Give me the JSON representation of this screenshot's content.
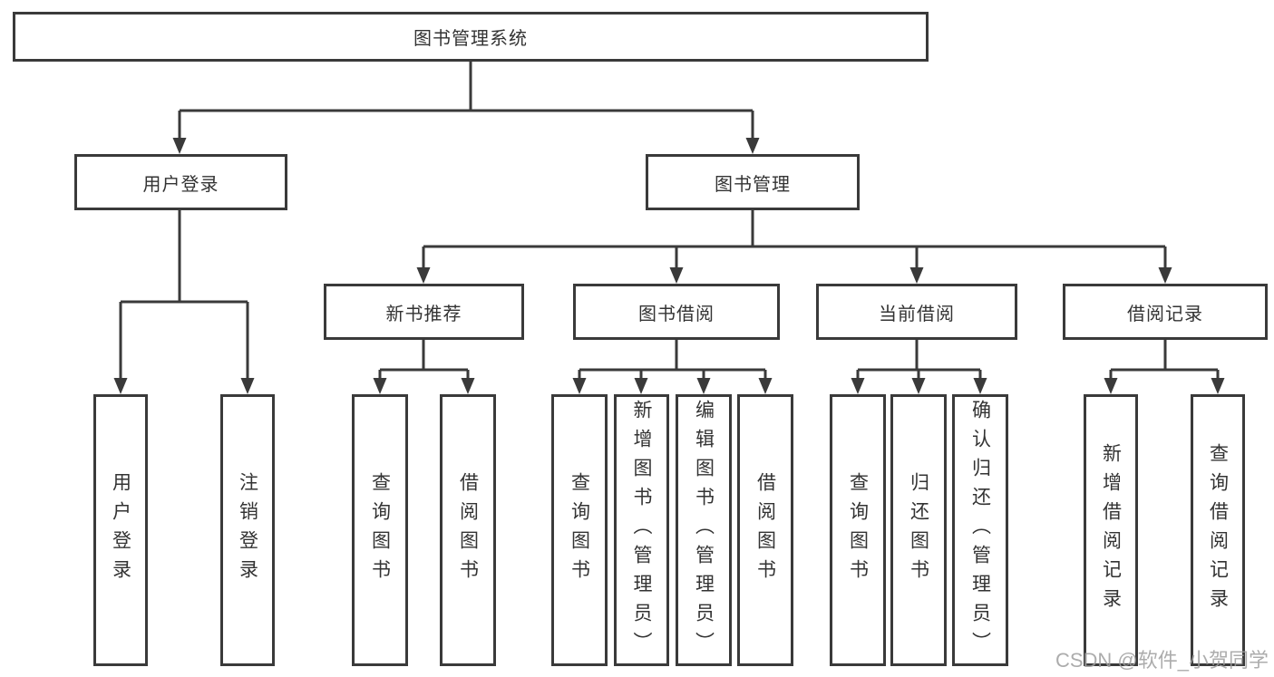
{
  "diagram": {
    "root": {
      "label": "图书管理系统",
      "children": [
        {
          "label": "用户登录",
          "children": [
            {
              "label": "用户登录"
            },
            {
              "label": "注销登录"
            }
          ]
        },
        {
          "label": "图书管理",
          "children": [
            {
              "label": "新书推荐",
              "children": [
                {
                  "label": "查询图书"
                },
                {
                  "label": "借阅图书"
                }
              ]
            },
            {
              "label": "图书借阅",
              "children": [
                {
                  "label": "查询图书"
                },
                {
                  "label": "新增图书（管理员）"
                },
                {
                  "label": "编辑图书（管理员）"
                },
                {
                  "label": "借阅图书"
                }
              ]
            },
            {
              "label": "当前借阅",
              "children": [
                {
                  "label": "查询图书"
                },
                {
                  "label": "归还图书"
                },
                {
                  "label": "确认归还（管理员）"
                }
              ]
            },
            {
              "label": "借阅记录",
              "children": [
                {
                  "label": "新增借阅记录"
                },
                {
                  "label": "查询借阅记录"
                }
              ]
            }
          ]
        }
      ]
    }
  },
  "watermark": {
    "text": "CSDN @软件_小贺同学"
  },
  "colors": {
    "line": "#3a3a3a",
    "text": "#333333",
    "watermark": "#9e9e9e"
  }
}
